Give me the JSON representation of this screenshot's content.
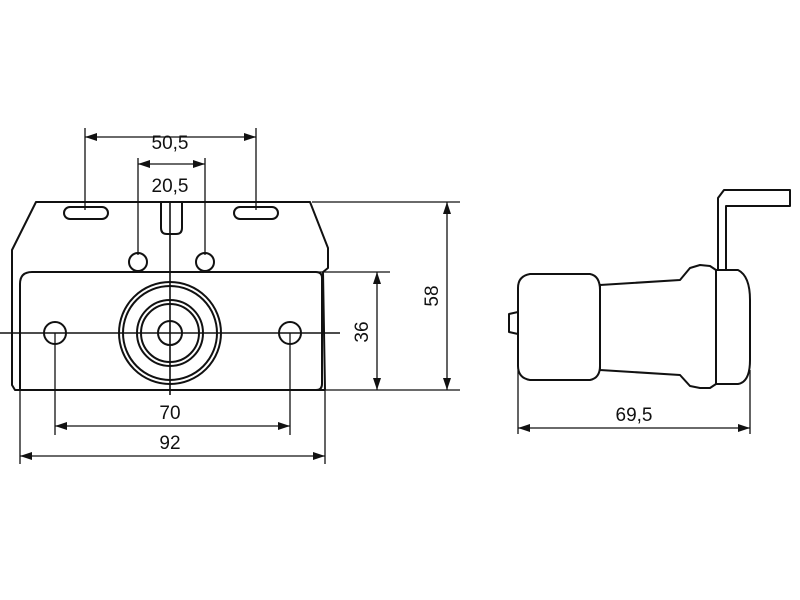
{
  "dimensions": {
    "d_50_5": "50,5",
    "d_20_5": "20,5",
    "d_58": "58",
    "d_36": "36",
    "d_70": "70",
    "d_92": "92",
    "d_69_5": "69,5"
  },
  "colors": {
    "line": "#111111",
    "background": "#ffffff"
  }
}
